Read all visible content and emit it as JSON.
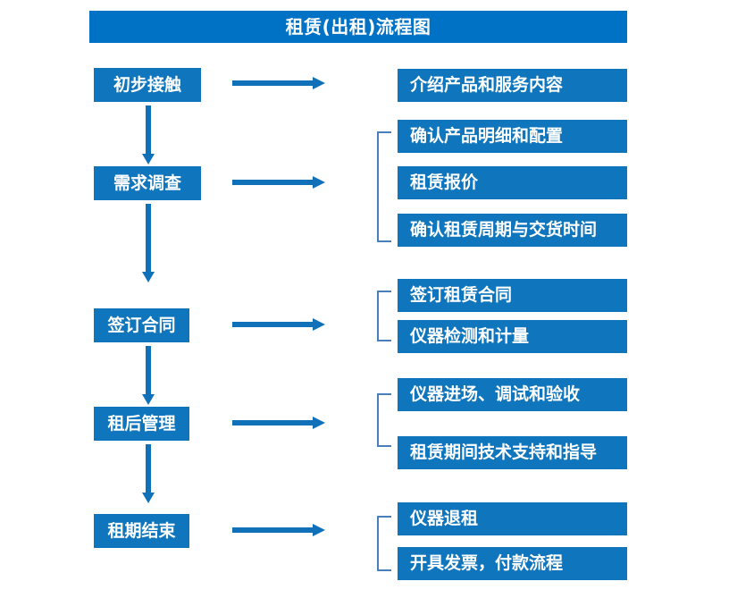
{
  "diagram": {
    "title": "租赁(出租)流程图",
    "colors": {
      "title_bar": "#0072C6",
      "box": "#0F75BC",
      "arrow": "#1070B8",
      "bracket": "#4A7EBB",
      "box_text": "#FFFFFF",
      "background": "#FFFFFF"
    },
    "type": "flowchart",
    "stages": [
      {
        "id": "stage-1",
        "label": "初步接触",
        "details": [
          "介绍产品和服务内容"
        ],
        "has_bracket": false,
        "arrow_right": true,
        "arrow_down": true
      },
      {
        "id": "stage-2",
        "label": "需求调查",
        "details": [
          "确认产品明细和配置",
          "租赁报价",
          "确认租赁周期与交货时间"
        ],
        "has_bracket": true,
        "arrow_right": true,
        "arrow_down": true
      },
      {
        "id": "stage-3",
        "label": "签订合同",
        "details": [
          "签订租赁合同",
          "仪器检测和计量"
        ],
        "has_bracket": true,
        "arrow_right": true,
        "arrow_down": true
      },
      {
        "id": "stage-4",
        "label": "租后管理",
        "details": [
          "仪器进场、调试和验收",
          "租赁期间技术支持和指导"
        ],
        "has_bracket": true,
        "arrow_right": true,
        "arrow_down": true
      },
      {
        "id": "stage-5",
        "label": "租期结束",
        "details": [
          "仪器退租",
          "开具发票，付款流程"
        ],
        "has_bracket": true,
        "arrow_right": true,
        "arrow_down": false
      }
    ],
    "icons": {
      "arrow_right": "arrow-right-icon",
      "arrow_down": "arrow-down-icon",
      "bracket": "bracket-icon"
    }
  }
}
